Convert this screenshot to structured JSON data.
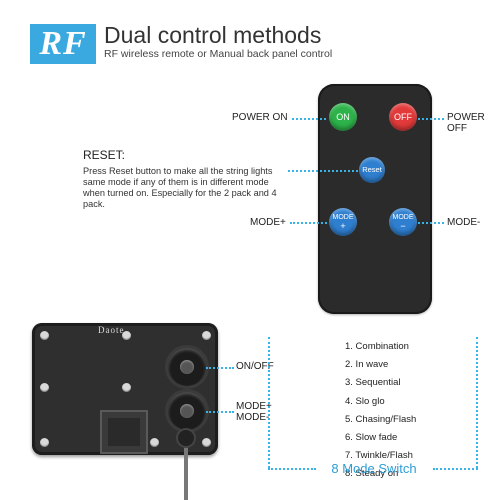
{
  "header": {
    "badge": "RF",
    "title": "Dual control methods",
    "subtitle": "RF wireless remote or Manual back panel control"
  },
  "remote": {
    "on_button": "ON",
    "off_button": "OFF",
    "reset_button": "Reset",
    "mode_plus_button": {
      "top": "MODE",
      "bottom": "+"
    },
    "mode_minus_button": {
      "top": "MODE",
      "bottom": "−"
    }
  },
  "labels": {
    "power_on": "POWER ON",
    "power_off_line1": "POWER",
    "power_off_line2": "OFF",
    "mode_plus": "MODE+",
    "mode_minus": "MODE-",
    "on_off": "ON/OFF",
    "panel_mode_plus": "MODE+",
    "panel_mode_minus": "MODE-"
  },
  "reset": {
    "title": "RESET:",
    "description": "Press Reset button to make all the string lights same mode if any of them is in different mode when turned on. Especially for the 2 pack and 4 pack."
  },
  "panel": {
    "brand": "Daote"
  },
  "modes": {
    "items": [
      "1. Combination",
      "2. In wave",
      "3. Sequential",
      "4. Slo glo",
      "5. Chasing/Flash",
      "6. Slow fade",
      "7. Twinkle/Flash",
      "8. Steady on"
    ],
    "switch_label": "8 Mode Switch"
  },
  "colors": {
    "accent": "#3aa9df",
    "on": "#2db34a",
    "off": "#e23a3a",
    "blue_button": "#2f7fd0"
  }
}
